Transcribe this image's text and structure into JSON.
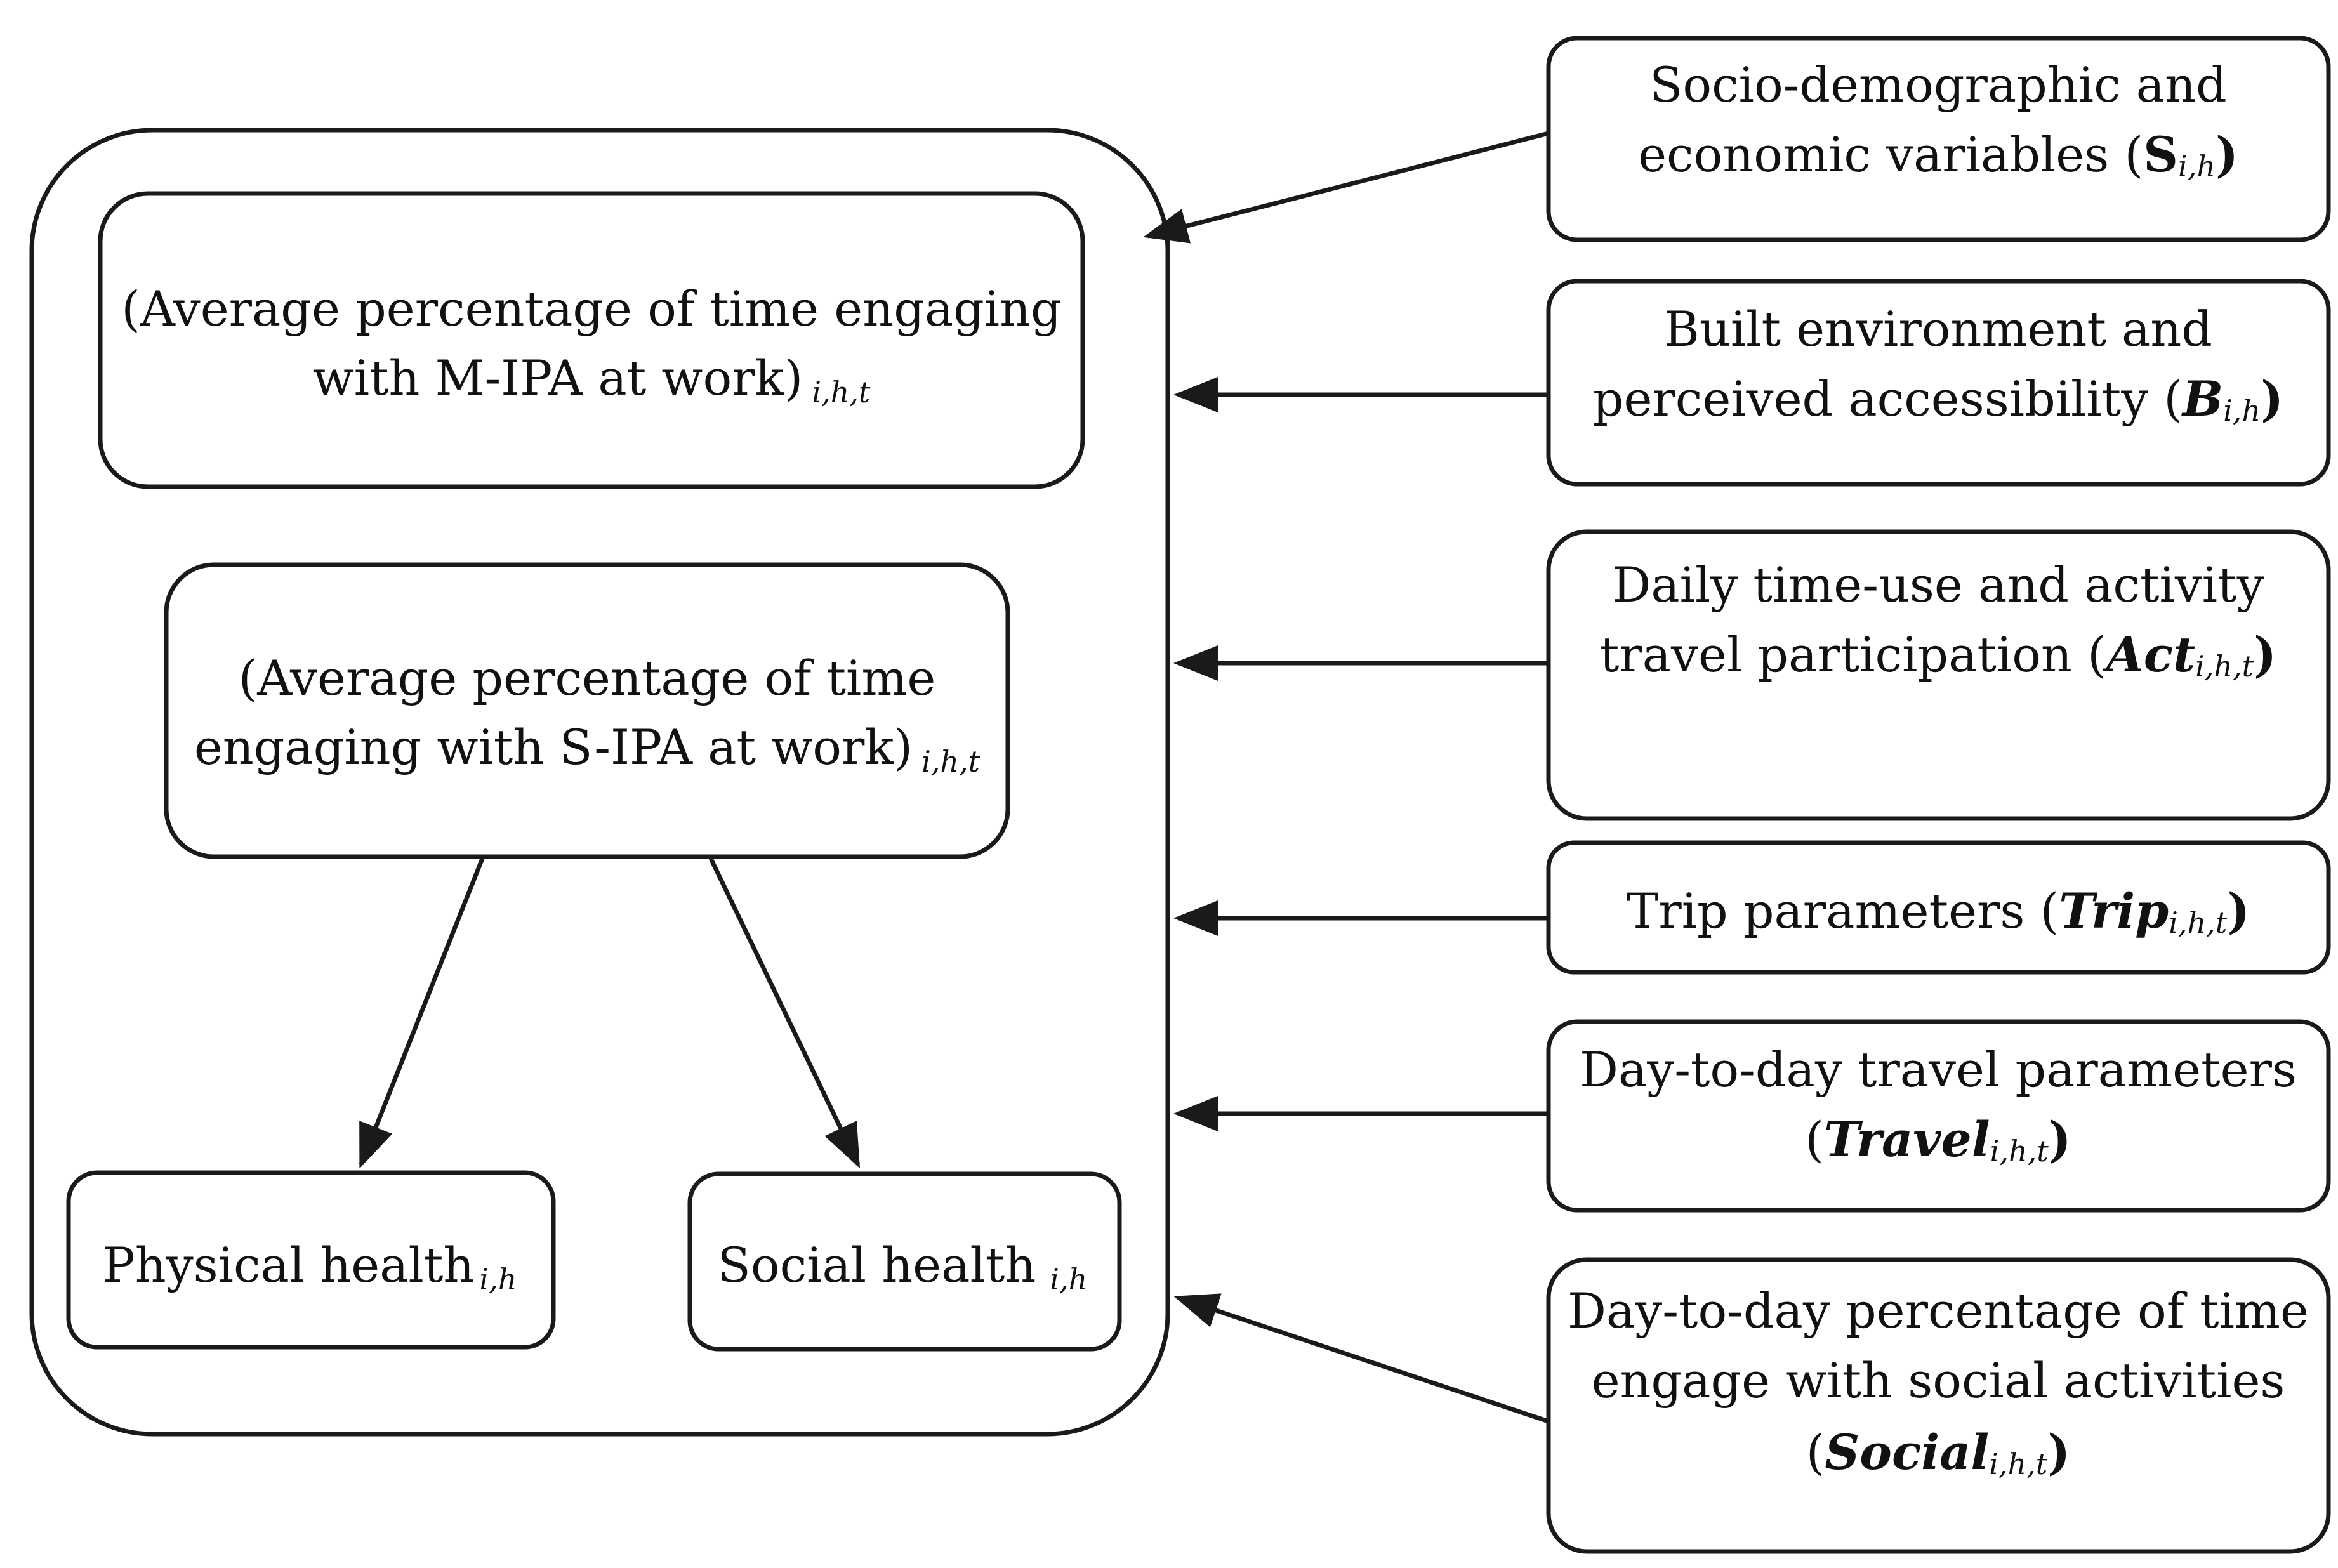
{
  "outer": {
    "title_box": {
      "line1": "(Average percentage of time engaging",
      "line2": "with M-IPA at work)",
      "sub": "i,h,t"
    },
    "mid_box": {
      "line1": "(Average percentage of time",
      "line2": "engaging with S-IPA at work)",
      "sub": "i,h,t"
    },
    "physical": {
      "text": "Physical health",
      "sub": "i,h"
    },
    "social_health": {
      "text": "Social health",
      "sub": "i,h"
    }
  },
  "inputs": [
    {
      "line1": "Socio-demographic and",
      "line2_pre": "economic variables (",
      "symbol": "S",
      "sub": "i,h",
      "close": ")"
    },
    {
      "line1": "Built environment and",
      "line2_pre": "perceived accessibility (",
      "symbol": "B",
      "sub": "i,h",
      "close": ")"
    },
    {
      "line1": "Daily time-use and activity",
      "line2_pre": "travel participation (",
      "symbol": "Act",
      "sub": "i,h,t",
      "close": ")"
    },
    {
      "line1_pre": "Trip parameters (",
      "symbol": "Trip",
      "sub": "i,h,t",
      "close": ")"
    },
    {
      "line1": "Day-to-day travel parameters",
      "line2_pre": "(",
      "symbol": "Travel",
      "sub": "i,h,t",
      "close": ")"
    },
    {
      "line1": "Day-to-day percentage of time",
      "line2": "engage with social activities",
      "line3_pre": "(",
      "symbol": "Social",
      "sub": "i,h,t",
      "close": ")"
    }
  ]
}
